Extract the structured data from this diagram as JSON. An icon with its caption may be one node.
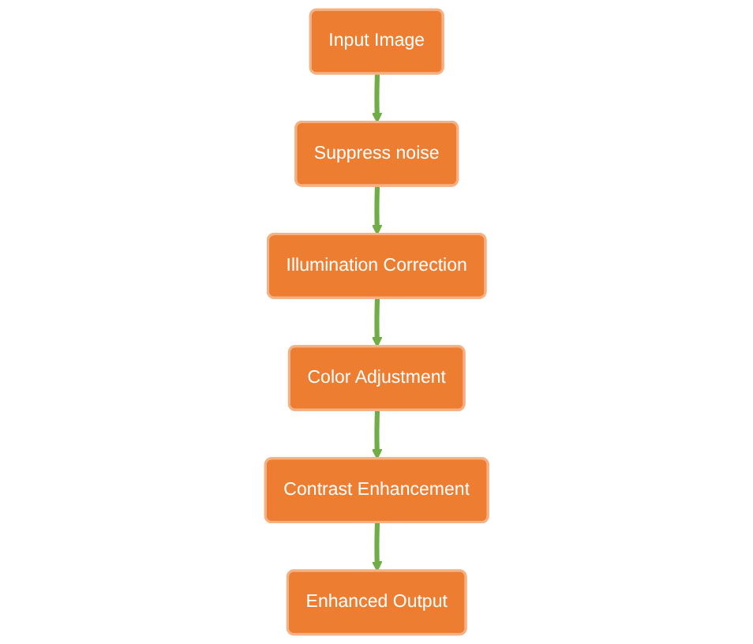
{
  "diagram": {
    "nodes": [
      {
        "text": [
          "Input Image"
        ]
      },
      {
        "text": [
          "Suppress noise"
        ]
      },
      {
        "text": [
          "Illumination Correction"
        ]
      },
      {
        "text": [
          "Color Adjustment"
        ]
      },
      {
        "text": [
          "Contrast Enhancement"
        ]
      },
      {
        "text": [
          "Enhanced Output"
        ]
      }
    ],
    "edges": [
      {
        "from": 0,
        "to": 1,
        "arrow": "to",
        "color": "#70ad47"
      },
      {
        "from": 1,
        "to": 2,
        "arrow": "to",
        "color": "#70ad47"
      },
      {
        "from": 2,
        "to": 3,
        "arrow": "to",
        "color": "#70ad47"
      },
      {
        "from": 3,
        "to": 4,
        "arrow": "to",
        "color": "#70ad47"
      },
      {
        "from": 4,
        "to": 5,
        "arrow": "to",
        "color": "#70ad47"
      }
    ]
  }
}
